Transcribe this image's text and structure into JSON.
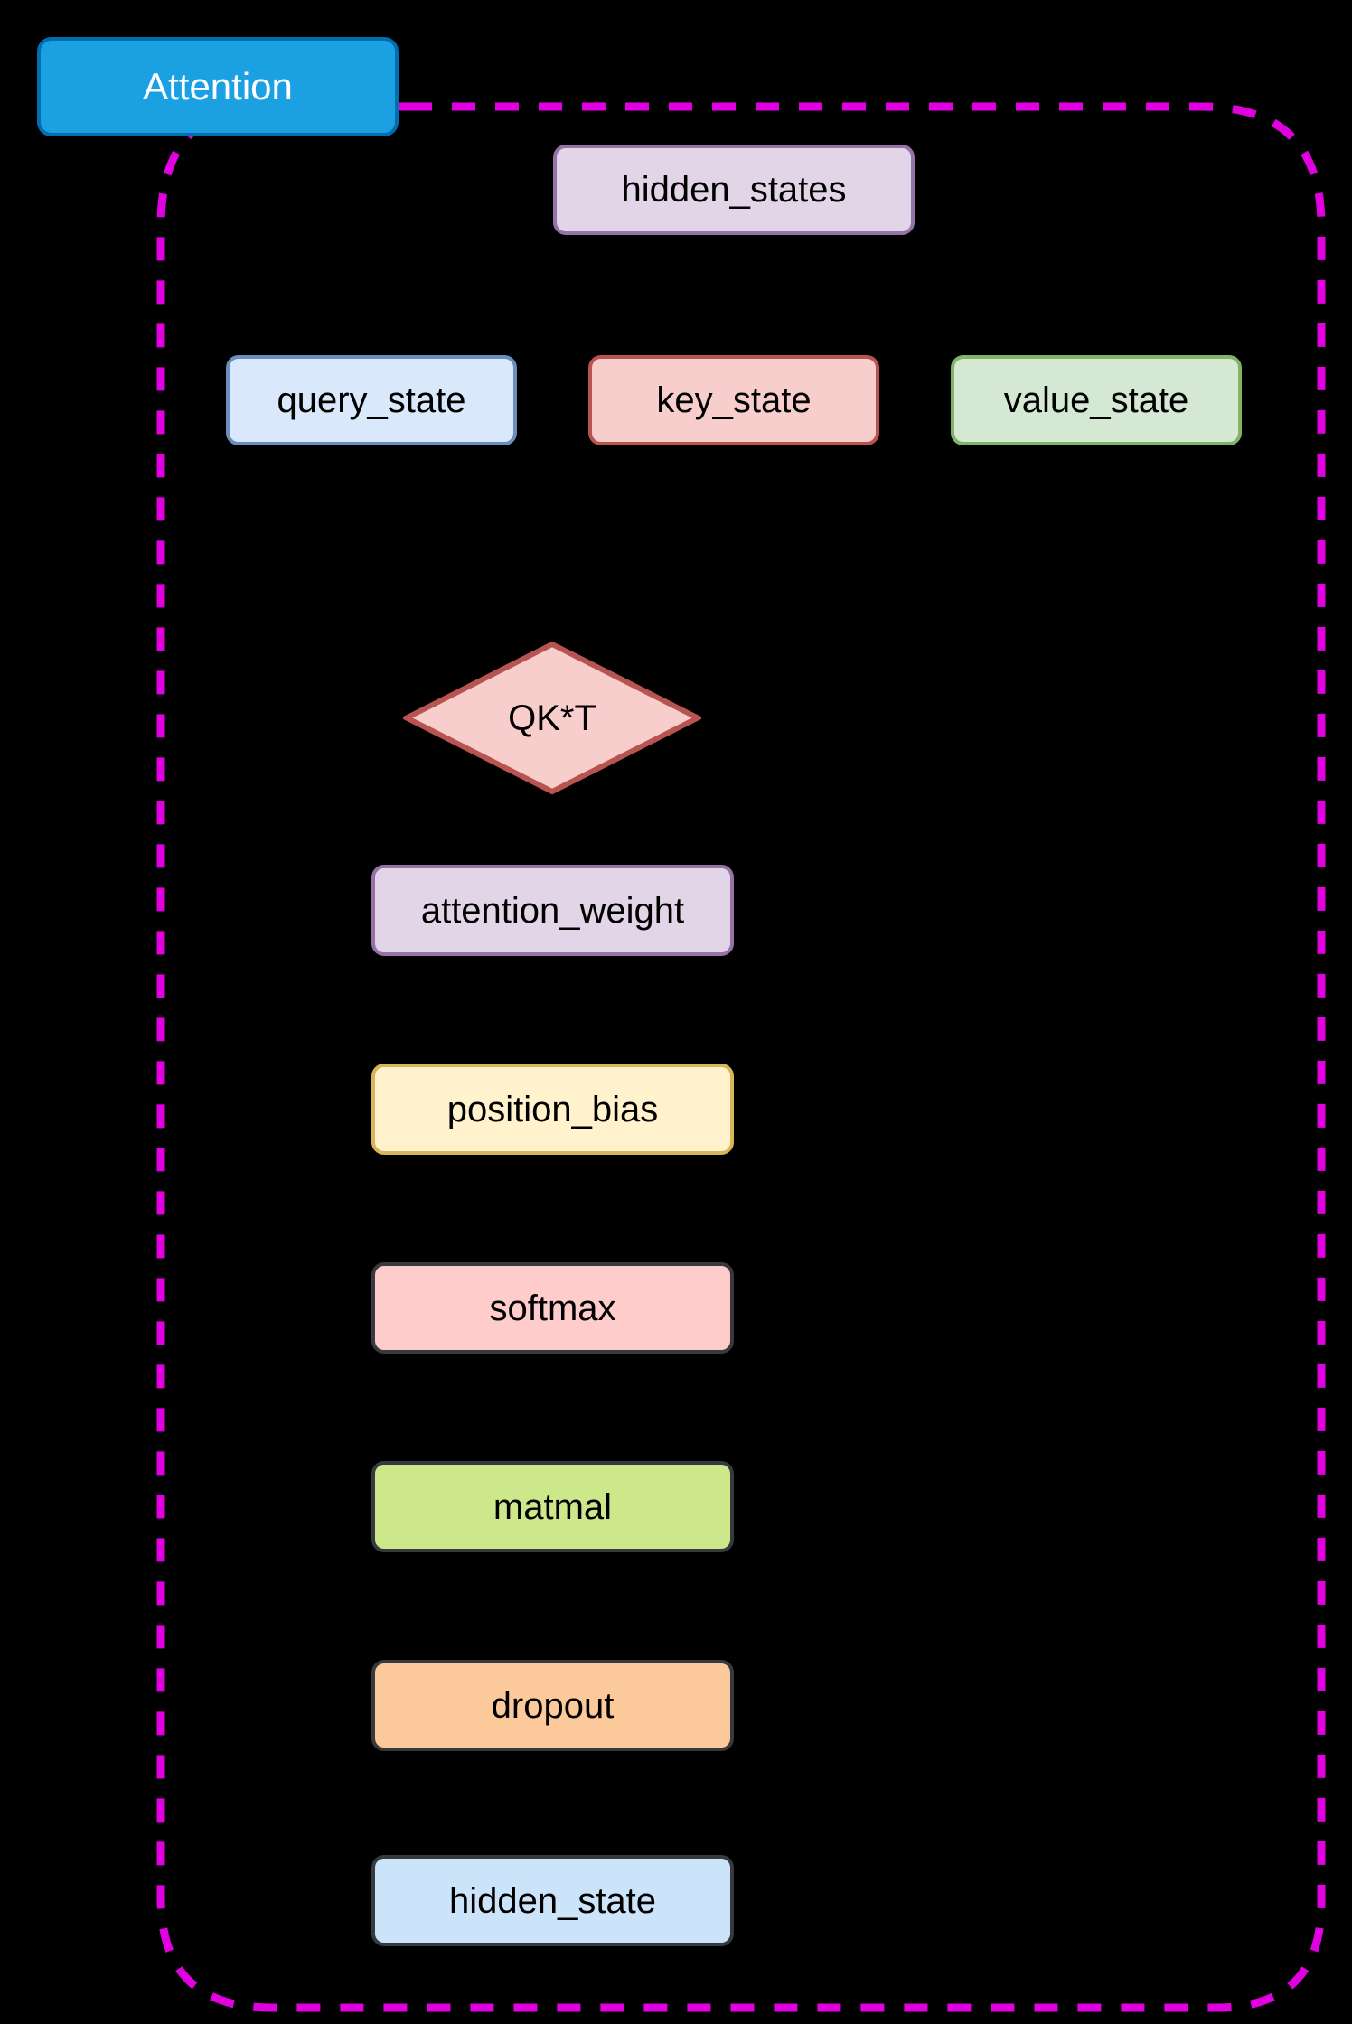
{
  "diagram": {
    "title": "Attention",
    "background_color": "#000000",
    "boundary": {
      "style": "dashed",
      "color": "#e000e0",
      "shape": "rounded-rectangle"
    },
    "group_chip": {
      "label": "Attention",
      "fill": "#1ba1e2",
      "stroke": "#006eaf",
      "text_color": "#ffffff"
    },
    "nodes": [
      {
        "id": "hidden_states",
        "label": "hidden_states",
        "shape": "rounded-rectangle",
        "fill": "#e1d5e7",
        "stroke": "#9673a6"
      },
      {
        "id": "query_state",
        "label": "query_state",
        "shape": "rounded-rectangle",
        "fill": "#dae8fc",
        "stroke": "#6c8ebf"
      },
      {
        "id": "key_state",
        "label": "key_state",
        "shape": "rounded-rectangle",
        "fill": "#f8cecc",
        "stroke": "#b85450"
      },
      {
        "id": "value_state",
        "label": "value_state",
        "shape": "rounded-rectangle",
        "fill": "#d5e8d4",
        "stroke": "#82b366"
      },
      {
        "id": "qkt",
        "label": "QK*T",
        "shape": "diamond",
        "fill": "#f8cecc",
        "stroke": "#b85450"
      },
      {
        "id": "attention_weight",
        "label": "attention_weight",
        "shape": "rounded-rectangle",
        "fill": "#e1d5e7",
        "stroke": "#9673a6"
      },
      {
        "id": "position_bias",
        "label": "position_bias",
        "shape": "rounded-rectangle",
        "fill": "#fff2cc",
        "stroke": "#d6b656"
      },
      {
        "id": "softmax",
        "label": "softmax",
        "shape": "rounded-rectangle",
        "fill": "#ffcccc",
        "stroke": "#36393d"
      },
      {
        "id": "matmal",
        "label": "matmal",
        "shape": "rounded-rectangle",
        "fill": "#cce88b",
        "stroke": "#36393d"
      },
      {
        "id": "dropout",
        "label": "dropout",
        "shape": "rounded-rectangle",
        "fill": "#fcc99a",
        "stroke": "#36393d"
      },
      {
        "id": "hidden_state",
        "label": "hidden_state",
        "shape": "rounded-rectangle",
        "fill": "#cce4f9",
        "stroke": "#36393d"
      }
    ]
  }
}
